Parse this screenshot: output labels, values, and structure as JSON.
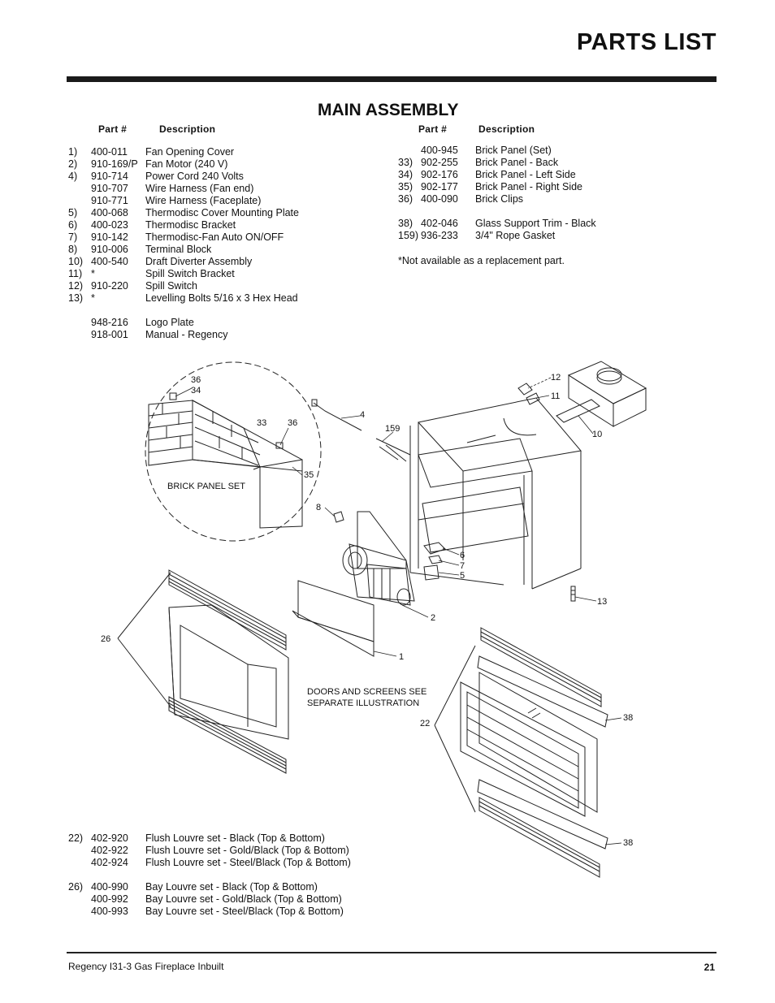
{
  "page": {
    "title": "PARTS LIST",
    "section": "MAIN  ASSEMBLY",
    "columns": {
      "part": "Part #",
      "description": "Description"
    }
  },
  "left_parts": [
    {
      "num": "1)",
      "part": "400-011",
      "desc": "Fan Opening Cover"
    },
    {
      "num": "2)",
      "part": "910-169/P",
      "desc": "Fan Motor (240 V)"
    },
    {
      "num": "4)",
      "part": "910-714",
      "desc": "Power  Cord  240  Volts"
    },
    {
      "num": "",
      "part": "910-707",
      "desc": "Wire  Harness  (Fan  end)"
    },
    {
      "num": "",
      "part": "910-771",
      "desc": "Wire  Harness  (Faceplate)"
    },
    {
      "num": "5)",
      "part": "400-068",
      "desc": "Thermodisc Cover Mounting Plate"
    },
    {
      "num": "6)",
      "part": "400-023",
      "desc": "Thermodisc  Bracket"
    },
    {
      "num": "7)",
      "part": "910-142",
      "desc": "Thermodisc-Fan Auto ON/OFF"
    },
    {
      "num": "8)",
      "part": "910-006",
      "desc": "Terminal Block"
    },
    {
      "num": "10)",
      "part": "400-540",
      "desc": "Draft  Diverter  Assembly"
    },
    {
      "num": "11)",
      "part": "*",
      "desc": "Spill  Switch  Bracket"
    },
    {
      "num": "12)",
      "part": "910-220",
      "desc": "Spill  Switch"
    },
    {
      "num": "13)",
      "part": "*",
      "desc": "Levelling Bolts 5/16 x 3 Hex Head"
    },
    {
      "num": "",
      "part": "",
      "desc": ""
    },
    {
      "num": "",
      "part": "948-216",
      "desc": "Logo Plate"
    },
    {
      "num": "",
      "part": "918-001",
      "desc": "Manual - Regency"
    }
  ],
  "right_parts": [
    {
      "num": "",
      "part": "400-945",
      "desc": "Brick Panel (Set)"
    },
    {
      "num": "33)",
      "part": "902-255",
      "desc": "Brick Panel - Back"
    },
    {
      "num": "34)",
      "part": "902-176",
      "desc": "Brick Panel - Left Side"
    },
    {
      "num": "35)",
      "part": "902-177",
      "desc": "Brick Panel - Right Side"
    },
    {
      "num": "36)",
      "part": "400-090",
      "desc": "Brick Clips"
    },
    {
      "num": "",
      "part": "",
      "desc": ""
    },
    {
      "num": "38)",
      "part": "402-046",
      "desc": "Glass Support Trim - Black"
    },
    {
      "num": "159)",
      "part": "936-233",
      "desc": "3/4\" Rope Gasket"
    }
  ],
  "note": "*Not available as a replacement part.",
  "bottom_parts": [
    {
      "num": "22)",
      "part": "402-920",
      "desc": "Flush Louvre set - Black (Top & Bottom)"
    },
    {
      "num": "",
      "part": "402-922",
      "desc": "Flush Louvre set - Gold/Black (Top & Bottom)"
    },
    {
      "num": "",
      "part": "402-924",
      "desc": "Flush Louvre set - Steel/Black (Top & Bottom)"
    },
    {
      "num": "",
      "part": "",
      "desc": ""
    },
    {
      "num": "26)",
      "part": "400-990",
      "desc": "Bay Louvre set - Black (Top & Bottom)"
    },
    {
      "num": "",
      "part": "400-992",
      "desc": "Bay Louvre set - Gold/Black (Top & Bottom)"
    },
    {
      "num": "",
      "part": "400-993",
      "desc": "Bay Louvre set - Steel/Black (Top & Bottom)"
    }
  ],
  "diagram": {
    "brick_panel_label": "BRICK PANEL SET",
    "doors_note_line1": "DOORS AND SCREENS SEE",
    "doors_note_line2": "SEPARATE ILLUSTRATION",
    "callouts": {
      "c36a": "36",
      "c34": "34",
      "c33": "33",
      "c36b": "36",
      "c35": "35",
      "c4": "4",
      "c159": "159",
      "c8": "8",
      "c12": "12",
      "c11": "11",
      "c10": "10",
      "c6": "6",
      "c7": "7",
      "c5": "5",
      "c2": "2",
      "c13": "13",
      "c1": "1",
      "c26": "26",
      "c22": "22",
      "c38a": "38",
      "c38b": "38"
    }
  },
  "footer": {
    "left": "Regency I31-3 Gas Fireplace Inbuilt",
    "page_number": "21"
  }
}
